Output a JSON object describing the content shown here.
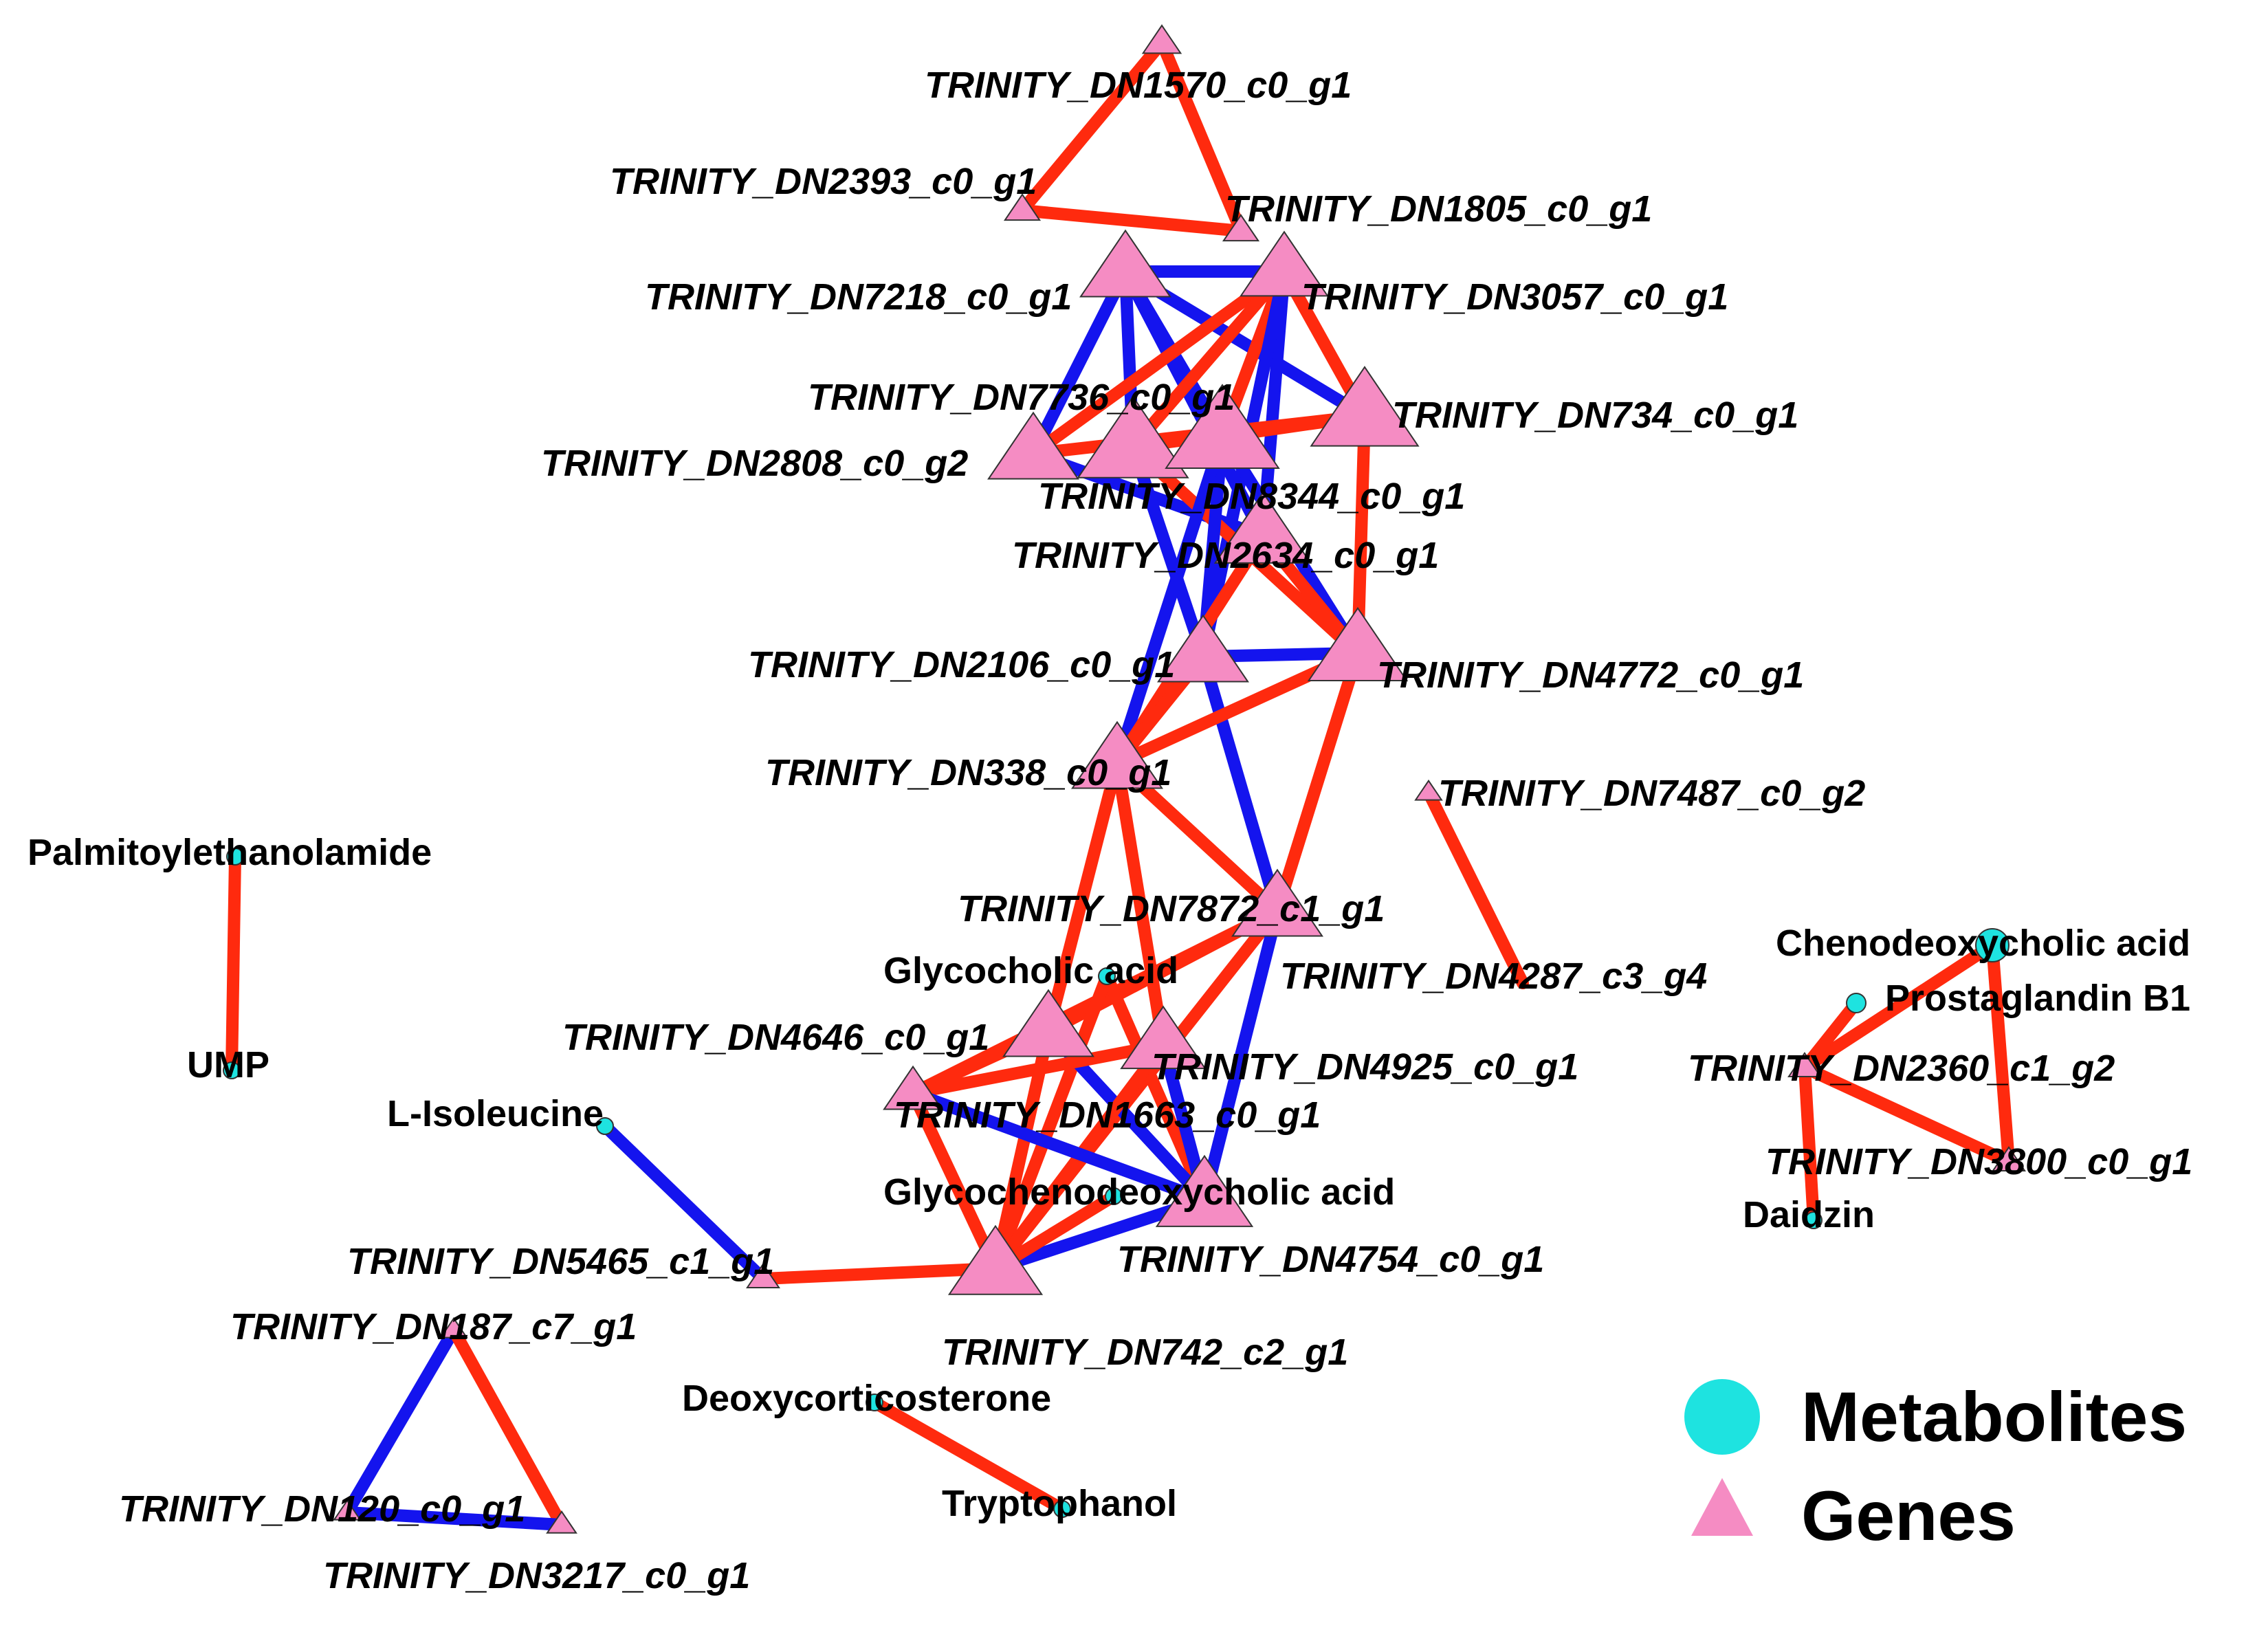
{
  "colors": {
    "metabolite": "#1ee3e0",
    "gene": "#f58cc3",
    "positive_edge": "#ff2a0e",
    "negative_edge": "#1414ee",
    "outline": "#333333"
  },
  "legend": {
    "metabolites_label": "Metabolites",
    "genes_label": "Genes"
  },
  "nodes": [
    {
      "id": "DN1570",
      "type": "gene",
      "label": "TRINITY_DN1570_c0_g1"
    },
    {
      "id": "DN2393",
      "type": "gene",
      "label": "TRINITY_DN2393_c0_g1"
    },
    {
      "id": "DN1805",
      "type": "gene",
      "label": "TRINITY_DN1805_c0_g1"
    },
    {
      "id": "DN7218",
      "type": "gene",
      "label": "TRINITY_DN7218_c0_g1"
    },
    {
      "id": "DN3057",
      "type": "gene",
      "label": "TRINITY_DN3057_c0_g1"
    },
    {
      "id": "DN7736",
      "type": "gene",
      "label": "TRINITY_DN7736_c0_g1"
    },
    {
      "id": "DN734",
      "type": "gene",
      "label": "TRINITY_DN734_c0_g1"
    },
    {
      "id": "DN2808",
      "type": "gene",
      "label": "TRINITY_DN2808_c0_g2"
    },
    {
      "id": "DN8344",
      "type": "gene",
      "label": "TRINITY_DN8344_c0_g1"
    },
    {
      "id": "DN2634",
      "type": "gene",
      "label": "TRINITY_DN2634_c0_g1"
    },
    {
      "id": "DN2106",
      "type": "gene",
      "label": "TRINITY_DN2106_c0_g1"
    },
    {
      "id": "DN4772",
      "type": "gene",
      "label": "TRINITY_DN4772_c0_g1"
    },
    {
      "id": "DN338",
      "type": "gene",
      "label": "TRINITY_DN338_c0_g1"
    },
    {
      "id": "DN7487",
      "type": "gene",
      "label": "TRINITY_DN7487_c0_g2"
    },
    {
      "id": "DN7872",
      "type": "gene",
      "label": "TRINITY_DN7872_c1_g1"
    },
    {
      "id": "DN4287",
      "type": "gene",
      "label": "TRINITY_DN4287_c3_g4"
    },
    {
      "id": "GCA",
      "type": "metabolite",
      "label": "Glycocholic acid"
    },
    {
      "id": "DN4646",
      "type": "gene",
      "label": "TRINITY_DN4646_c0_g1"
    },
    {
      "id": "DN4925",
      "type": "gene",
      "label": "TRINITY_DN4925_c0_g1"
    },
    {
      "id": "DN1663",
      "type": "gene",
      "label": "TRINITY_DN1663_c0_g1"
    },
    {
      "id": "GCDCA",
      "type": "metabolite",
      "label": "Glycochenodeoxycholic acid"
    },
    {
      "id": "DN4754",
      "type": "gene",
      "label": "TRINITY_DN4754_c0_g1"
    },
    {
      "id": "DN742",
      "type": "gene",
      "label": "TRINITY_DN742_c2_g1"
    },
    {
      "id": "DN5465",
      "type": "gene",
      "label": "TRINITY_DN5465_c1_g1"
    },
    {
      "id": "ILE",
      "type": "metabolite",
      "label": "L-Isoleucine"
    },
    {
      "id": "PEA",
      "type": "metabolite",
      "label": "Palmitoylethanolamide"
    },
    {
      "id": "UMP",
      "type": "metabolite",
      "label": "UMP"
    },
    {
      "id": "DN187",
      "type": "gene",
      "label": "TRINITY_DN187_c7_g1"
    },
    {
      "id": "DN120",
      "type": "gene",
      "label": "TRINITY_DN120_c0_g1"
    },
    {
      "id": "DN3217",
      "type": "gene",
      "label": "TRINITY_DN3217_c0_g1"
    },
    {
      "id": "DOC",
      "type": "metabolite",
      "label": "Deoxycorticosterone"
    },
    {
      "id": "TRP",
      "type": "metabolite",
      "label": "Tryptophanol"
    },
    {
      "id": "CDCA",
      "type": "metabolite",
      "label": "Chenodeoxycholic acid"
    },
    {
      "id": "PGB1",
      "type": "metabolite",
      "label": "Prostaglandin B1"
    },
    {
      "id": "DN2360",
      "type": "gene",
      "label": "TRINITY_DN2360_c1_g2"
    },
    {
      "id": "DN3800",
      "type": "gene",
      "label": "TRINITY_DN3800_c0_g1"
    },
    {
      "id": "DAI",
      "type": "metabolite",
      "label": "Daidzin"
    }
  ],
  "edges": [
    {
      "source": "DN1570",
      "target": "DN2393",
      "sign": "positive"
    },
    {
      "source": "DN1570",
      "target": "DN1805",
      "sign": "positive"
    },
    {
      "source": "DN2393",
      "target": "DN1805",
      "sign": "positive"
    },
    {
      "source": "DN7218",
      "target": "DN3057",
      "sign": "negative"
    },
    {
      "source": "DN7218",
      "target": "DN734",
      "sign": "negative"
    },
    {
      "source": "DN7218",
      "target": "DN2808",
      "sign": "negative"
    },
    {
      "source": "DN7218",
      "target": "DN7736",
      "sign": "negative"
    },
    {
      "source": "DN7218",
      "target": "DN8344",
      "sign": "negative"
    },
    {
      "source": "DN7218",
      "target": "DN2634",
      "sign": "negative"
    },
    {
      "source": "DN3057",
      "target": "DN734",
      "sign": "positive"
    },
    {
      "source": "DN3057",
      "target": "DN2808",
      "sign": "positive"
    },
    {
      "source": "DN3057",
      "target": "DN7736",
      "sign": "positive"
    },
    {
      "source": "DN3057",
      "target": "DN8344",
      "sign": "positive"
    },
    {
      "source": "DN3057",
      "target": "DN2634",
      "sign": "negative"
    },
    {
      "source": "DN3057",
      "target": "DN2106",
      "sign": "negative"
    },
    {
      "source": "DN734",
      "target": "DN2808",
      "sign": "positive"
    },
    {
      "source": "DN734",
      "target": "DN7736",
      "sign": "positive"
    },
    {
      "source": "DN734",
      "target": "DN8344",
      "sign": "positive"
    },
    {
      "source": "DN734",
      "target": "DN4772",
      "sign": "positive"
    },
    {
      "source": "DN2808",
      "target": "DN2634",
      "sign": "negative"
    },
    {
      "source": "DN7736",
      "target": "DN2106",
      "sign": "negative"
    },
    {
      "source": "DN7736",
      "target": "DN4772",
      "sign": "positive"
    },
    {
      "source": "DN8344",
      "target": "DN2106",
      "sign": "negative"
    },
    {
      "source": "DN8344",
      "target": "DN338",
      "sign": "negative"
    },
    {
      "source": "DN8344",
      "target": "DN4772",
      "sign": "negative"
    },
    {
      "source": "DN2634",
      "target": "DN338",
      "sign": "positive"
    },
    {
      "source": "DN2634",
      "target": "DN4772",
      "sign": "positive"
    },
    {
      "source": "DN2106",
      "target": "DN338",
      "sign": "positive"
    },
    {
      "source": "DN2106",
      "target": "DN4772",
      "sign": "negative"
    },
    {
      "source": "DN2106",
      "target": "DN7872",
      "sign": "negative"
    },
    {
      "source": "DN338",
      "target": "DN4772",
      "sign": "positive"
    },
    {
      "source": "DN338",
      "target": "DN7872",
      "sign": "positive"
    },
    {
      "source": "DN338",
      "target": "DN4646",
      "sign": "positive"
    },
    {
      "source": "DN338",
      "target": "DN4925",
      "sign": "positive"
    },
    {
      "source": "DN4772",
      "target": "DN7872",
      "sign": "positive"
    },
    {
      "source": "DN7872",
      "target": "DN4646",
      "sign": "positive"
    },
    {
      "source": "DN7872",
      "target": "DN1663",
      "sign": "positive"
    },
    {
      "source": "DN7872",
      "target": "DN742",
      "sign": "positive"
    },
    {
      "source": "DN7872",
      "target": "DN4754",
      "sign": "negative"
    },
    {
      "source": "DN7487",
      "target": "DN4287",
      "sign": "positive"
    },
    {
      "source": "GCA",
      "target": "DN742",
      "sign": "positive"
    },
    {
      "source": "GCA",
      "target": "DN4754",
      "sign": "positive"
    },
    {
      "source": "DN4646",
      "target": "DN1663",
      "sign": "positive"
    },
    {
      "source": "DN4646",
      "target": "DN4754",
      "sign": "negative"
    },
    {
      "source": "DN4646",
      "target": "DN742",
      "sign": "positive"
    },
    {
      "source": "DN4925",
      "target": "DN1663",
      "sign": "positive"
    },
    {
      "source": "DN4925",
      "target": "DN742",
      "sign": "positive"
    },
    {
      "source": "DN4925",
      "target": "DN4754",
      "sign": "negative"
    },
    {
      "source": "DN1663",
      "target": "DN742",
      "sign": "positive"
    },
    {
      "source": "DN1663",
      "target": "DN4754",
      "sign": "negative"
    },
    {
      "source": "DN742",
      "target": "DN4754",
      "sign": "negative"
    },
    {
      "source": "GCDCA",
      "target": "DN742",
      "sign": "positive"
    },
    {
      "source": "DN5465",
      "target": "DN742",
      "sign": "positive"
    },
    {
      "source": "ILE",
      "target": "DN5465",
      "sign": "negative"
    },
    {
      "source": "PEA",
      "target": "UMP",
      "sign": "positive"
    },
    {
      "source": "DN187",
      "target": "DN120",
      "sign": "negative"
    },
    {
      "source": "DN187",
      "target": "DN3217",
      "sign": "positive"
    },
    {
      "source": "DN120",
      "target": "DN3217",
      "sign": "negative"
    },
    {
      "source": "DOC",
      "target": "TRP",
      "sign": "positive"
    },
    {
      "source": "CDCA",
      "target": "DN2360",
      "sign": "positive"
    },
    {
      "source": "CDCA",
      "target": "DN3800",
      "sign": "positive"
    },
    {
      "source": "PGB1",
      "target": "DN2360",
      "sign": "positive"
    },
    {
      "source": "DN2360",
      "target": "DN3800",
      "sign": "positive"
    },
    {
      "source": "DN2360",
      "target": "DAI",
      "sign": "positive"
    }
  ]
}
